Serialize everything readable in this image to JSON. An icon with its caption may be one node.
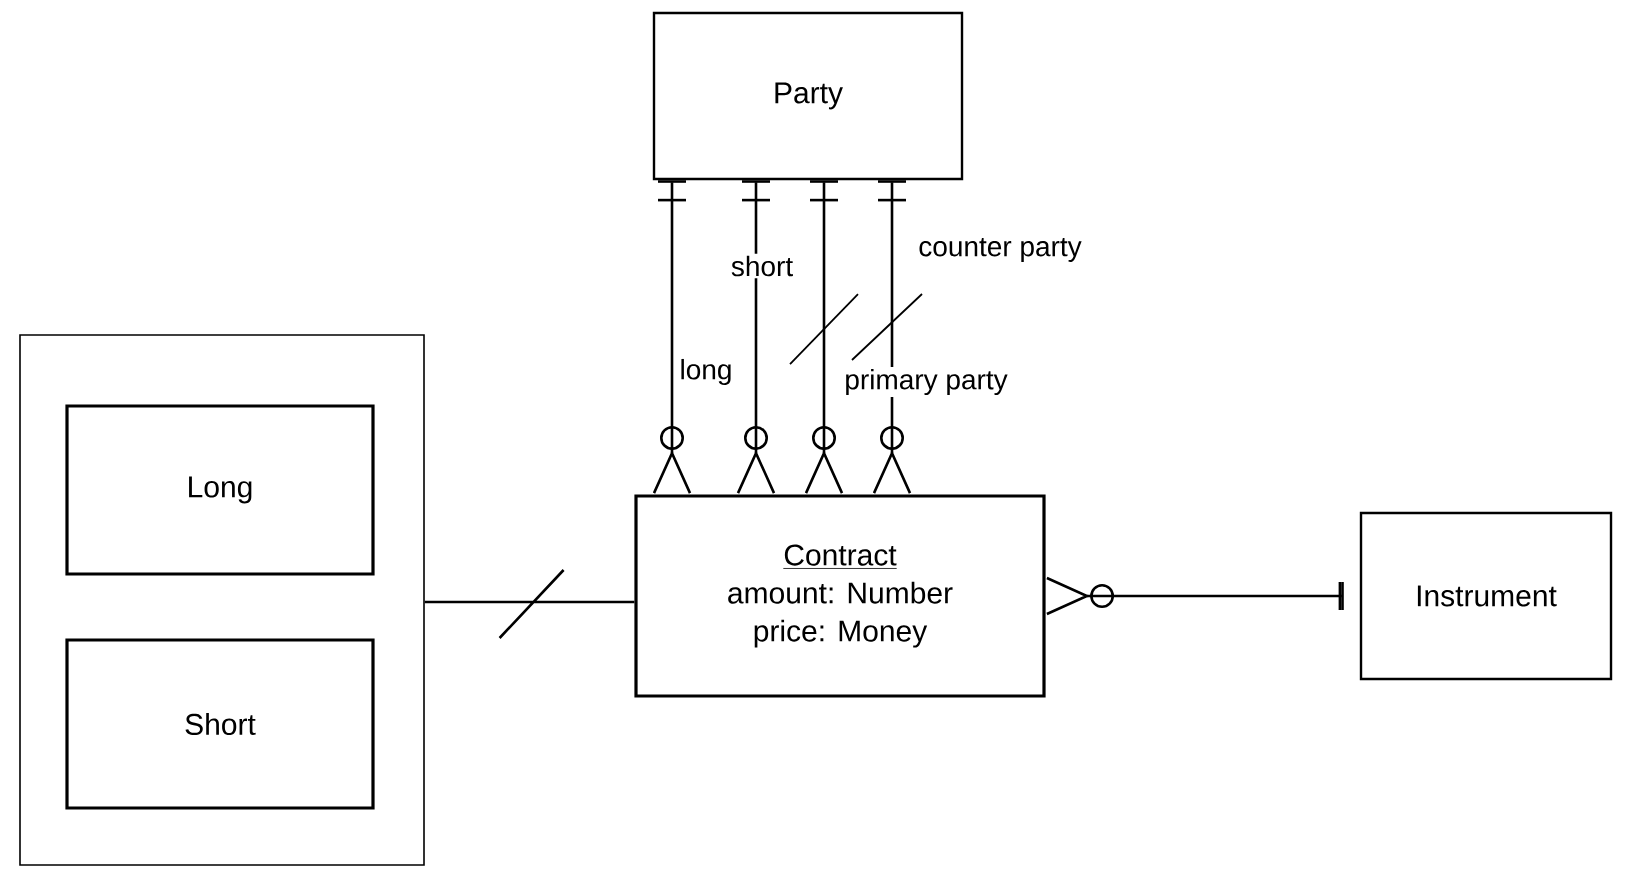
{
  "diagram": {
    "nodes": [
      {
        "text": [
          "Party"
        ]
      },
      {
        "text": [],
        "shape": "box"
      },
      {
        "text": [
          "Long"
        ],
        "in": 1
      },
      {
        "text": [
          "Short"
        ],
        "in": 1
      },
      {
        "text": [
          "Contract",
          "amount: Number",
          "price: Money"
        ]
      },
      {
        "text": [
          "Instrument"
        ]
      }
    ],
    "edges": [
      {
        "from": 0,
        "to": 4,
        "arrow": "other",
        "label": "long"
      },
      {
        "from": 0,
        "to": 4,
        "arrow": "other",
        "label": "short"
      },
      {
        "from": 0,
        "to": 4,
        "arrow": "other",
        "label": "primary party"
      },
      {
        "from": 0,
        "to": 4,
        "arrow": "other",
        "label": "counter party"
      },
      {
        "from": 1,
        "to": 4,
        "arrow": "none"
      },
      {
        "from": 4,
        "to": 5,
        "arrow": "other"
      }
    ]
  }
}
